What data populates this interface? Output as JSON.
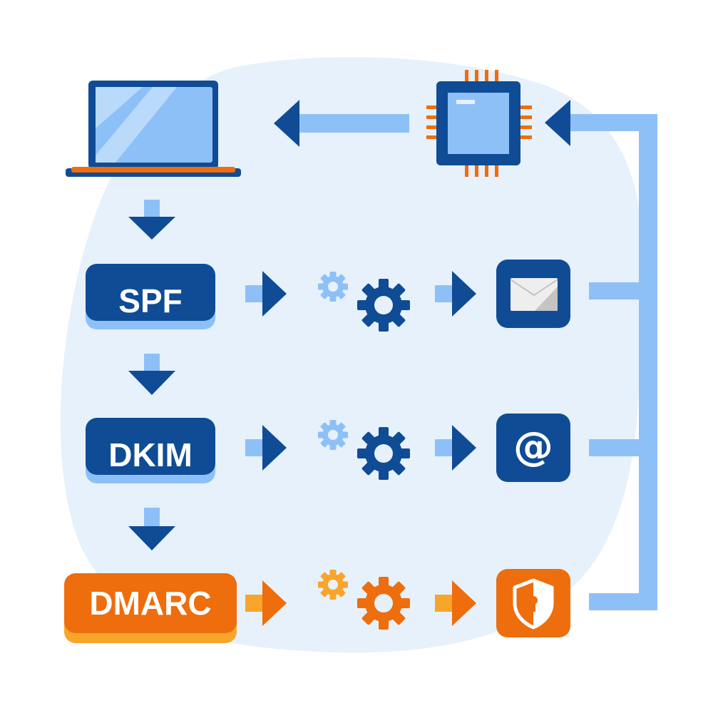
{
  "steps": [
    {
      "label": "SPF"
    },
    {
      "label": "DKIM"
    },
    {
      "label": "DMARC"
    }
  ],
  "result_icons": [
    "envelope-icon",
    "at-sign-icon",
    "shield-lock-icon"
  ],
  "at_symbol": "@",
  "device_icons": [
    "laptop-icon",
    "cpu-chip-icon"
  ],
  "colors": {
    "blob": "#e6f1fc",
    "dark_blue": "#0f4c95",
    "light_blue": "#8ec0f8",
    "orange": "#ee6d0c",
    "light_orange": "#f8a52c"
  }
}
